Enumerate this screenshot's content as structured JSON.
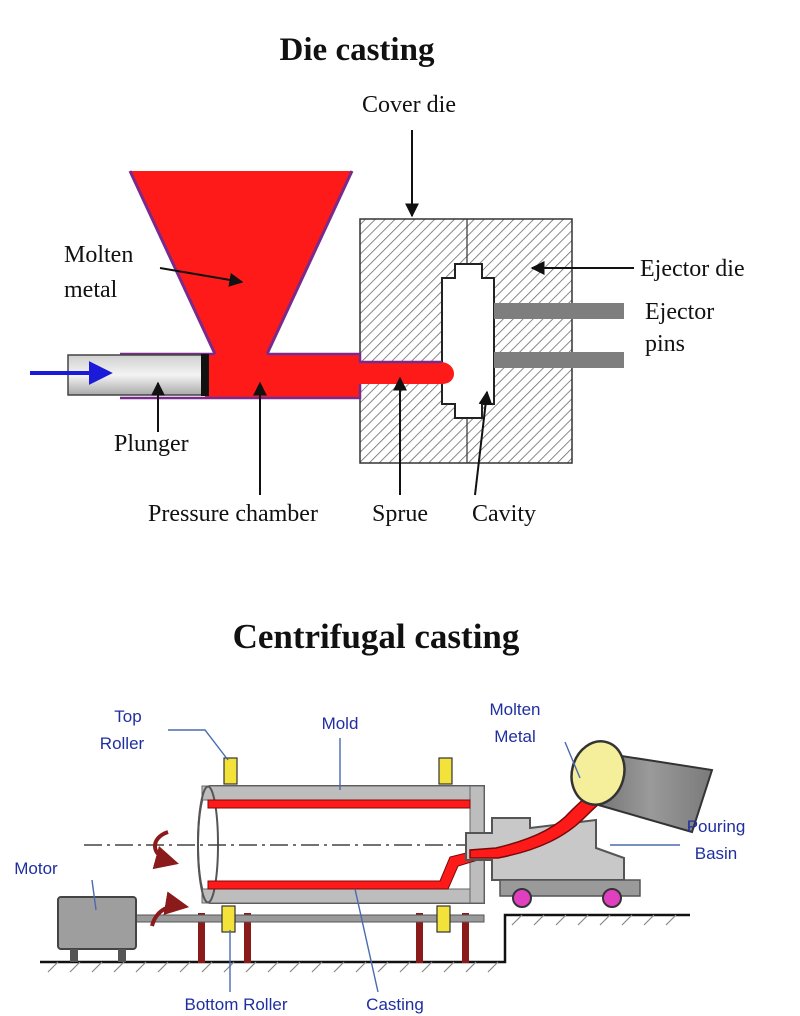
{
  "die_casting": {
    "title": "Die casting",
    "labels": {
      "cover_die": "Cover die",
      "molten_line1": "Molten",
      "molten_line2": "metal",
      "ejector_die": "Ejector die",
      "ejector_pins_line1": "Ejector",
      "ejector_pins_line2": "pins",
      "plunger": "Plunger",
      "pressure_chamber": "Pressure chamber",
      "sprue": "Sprue",
      "cavity": "Cavity"
    }
  },
  "centrifugal_casting": {
    "title": "Centrifugal casting",
    "labels": {
      "top_roller_line1": "Top",
      "top_roller_line2": "Roller",
      "mold": "Mold",
      "molten_line1": "Molten",
      "molten_line2": "Metal",
      "pouring_line1": "Pouring",
      "pouring_line2": "Basin",
      "motor": "Motor",
      "bottom_roller": "Bottom Roller",
      "casting": "Casting"
    }
  },
  "colors": {
    "molten_metal": "#ff1a1a",
    "ladle_outline": "#7a2a8a",
    "arrow_blue": "#1a1ad8",
    "label_blue": "#1f2fa0",
    "roller_yellow": "#f2e23a",
    "rotation_arrow": "#8b1a1a",
    "wheel_magenta": "#e040c0"
  }
}
